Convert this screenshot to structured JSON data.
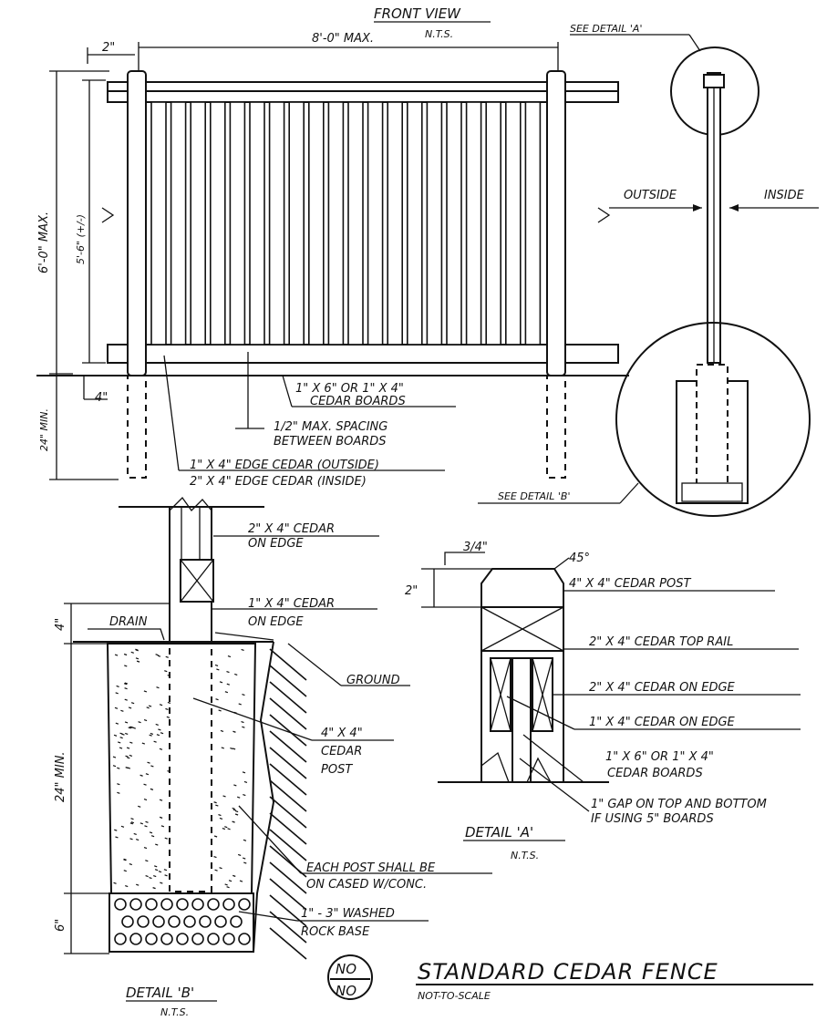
{
  "front_view": {
    "title": "FRONT VIEW",
    "nts": "N.T.S.",
    "width_max": "8'-0\" MAX.",
    "dim_2in": "2\"",
    "height_max": "6'-0\" MAX.",
    "height_board": "5'-6\" (+/-)",
    "dim_4in": "4\"",
    "depth_min": "24\" MIN.",
    "see_detail_a": "SEE DETAIL 'A'",
    "see_detail_b": "SEE DETAIL 'B'",
    "outside": "OUTSIDE",
    "inside": "INSIDE",
    "boards_line1": "1\" X 6\" OR 1\" X 4\"",
    "boards_line2": "CEDAR BOARDS",
    "spacing_line1": "1/2\" MAX. SPACING",
    "spacing_line2": "BETWEEN BOARDS",
    "edge_line1": "1\" X 4\" EDGE CEDAR (OUTSIDE)",
    "edge_line2": "2\" X 4\" EDGE CEDAR (INSIDE)"
  },
  "detail_b": {
    "title": "DETAIL 'B'",
    "nts": "N.T.S.",
    "label_2x4_line1": "2\" X 4\" CEDAR",
    "label_2x4_line2": "ON EDGE",
    "label_1x4_line1": "1\" X 4\" CEDAR",
    "label_1x4_line2": "ON EDGE",
    "drain": "DRAIN",
    "dim_4in": "4\"",
    "ground": "GROUND",
    "post_line1": "4\" X 4\"",
    "post_line2": "CEDAR",
    "post_line3": "POST",
    "depth_min": "24\" MIN.",
    "concrete_line1": "EACH POST SHALL BE",
    "concrete_line2": "ON CASED W/CONC.",
    "dim_6in": "6\"",
    "rock_line1": "1\" - 3\" WASHED",
    "rock_line2": "ROCK BASE"
  },
  "detail_a": {
    "title": "DETAIL 'A'",
    "nts": "N.T.S.",
    "dim_3_4": "3/4\"",
    "angle": "45°",
    "dim_2in": "2\"",
    "post": "4\" X 4\" CEDAR POST",
    "top_rail": "2\" X 4\" CEDAR TOP RAIL",
    "on_edge_2x4": "2\" X 4\" CEDAR ON EDGE",
    "on_edge_1x4": "1\" X 4\" CEDAR ON EDGE",
    "boards_line1": "1\" X 6\" OR 1\" X 4\"",
    "boards_line2": "CEDAR BOARDS",
    "gap_line1": "1\" GAP ON TOP AND BOTTOM",
    "gap_line2": "IF USING 5\" BOARDS"
  },
  "title_block": {
    "no_top": "NO",
    "no_bottom": "NO",
    "title": "STANDARD CEDAR FENCE",
    "subtitle": "NOT-TO-SCALE"
  }
}
